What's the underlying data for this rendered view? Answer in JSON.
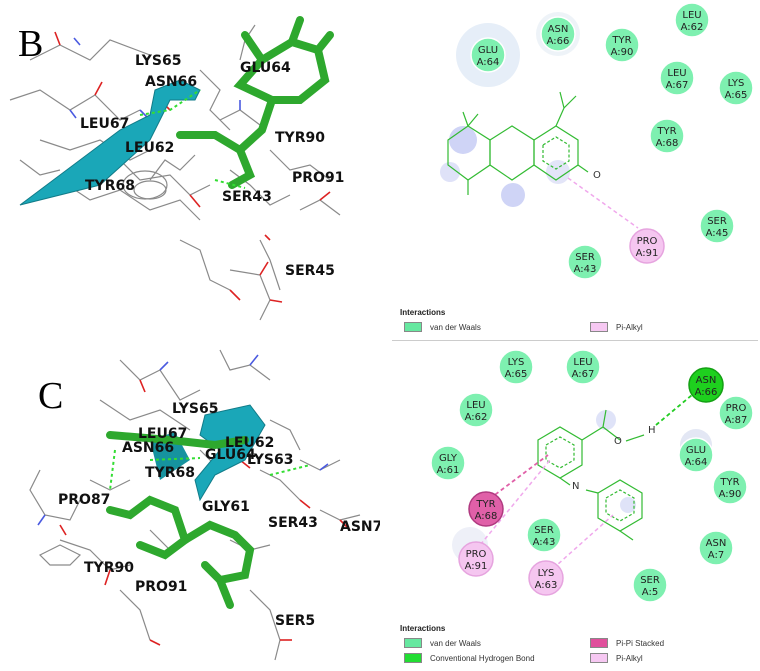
{
  "panels": {
    "B": {
      "letter": "B",
      "residues_3d": [
        "LYS65",
        "ASN66",
        "GLU64",
        "LEU67",
        "TYR90",
        "LEU62",
        "PRO91",
        "TYR68",
        "SER43",
        "SER45"
      ],
      "nodes": [
        {
          "id": "glu64",
          "l1": "GLU",
          "l2": "A:64",
          "type": "vdw"
        },
        {
          "id": "asn66",
          "l1": "ASN",
          "l2": "A:66",
          "type": "vdw"
        },
        {
          "id": "tyr90",
          "l1": "TYR",
          "l2": "A:90",
          "type": "vdw"
        },
        {
          "id": "leu62",
          "l1": "LEU",
          "l2": "A:62",
          "type": "vdw"
        },
        {
          "id": "leu67",
          "l1": "LEU",
          "l2": "A:67",
          "type": "vdw"
        },
        {
          "id": "lys65",
          "l1": "LYS",
          "l2": "A:65",
          "type": "vdw"
        },
        {
          "id": "tyr68",
          "l1": "TYR",
          "l2": "A:68",
          "type": "vdw"
        },
        {
          "id": "ser45",
          "l1": "SER",
          "l2": "A:45",
          "type": "vdw"
        },
        {
          "id": "ser43",
          "l1": "SER",
          "l2": "A:43",
          "type": "vdw"
        },
        {
          "id": "pro91",
          "l1": "PRO",
          "l2": "A:91",
          "type": "pialkyl"
        }
      ],
      "oxygen_label": "O",
      "legend": {
        "title": "Interactions",
        "items": [
          {
            "label": "van der Waals",
            "color": "#66e8a0"
          },
          {
            "label": "Pi-Alkyl",
            "color": "#f6c8f2"
          }
        ]
      }
    },
    "C": {
      "letter": "C",
      "residues_3d": [
        "LYS65",
        "LEU67",
        "ASN66",
        "LEU62",
        "GLU64",
        "LYS63",
        "TYR68",
        "GLY61",
        "PRO87",
        "SER43",
        "ASN7",
        "TYR90",
        "PRO91",
        "SER5"
      ],
      "nodes": [
        {
          "id": "lys65",
          "l1": "LYS",
          "l2": "A:65",
          "type": "vdw"
        },
        {
          "id": "leu67",
          "l1": "LEU",
          "l2": "A:67",
          "type": "vdw"
        },
        {
          "id": "asn66",
          "l1": "ASN",
          "l2": "A:66",
          "type": "hbond"
        },
        {
          "id": "leu62",
          "l1": "LEU",
          "l2": "A:62",
          "type": "vdw"
        },
        {
          "id": "pro87",
          "l1": "PRO",
          "l2": "A:87",
          "type": "vdw"
        },
        {
          "id": "gly61",
          "l1": "GLY",
          "l2": "A:61",
          "type": "vdw"
        },
        {
          "id": "glu64",
          "l1": "GLU",
          "l2": "A:64",
          "type": "vdw"
        },
        {
          "id": "tyr90",
          "l1": "TYR",
          "l2": "A:90",
          "type": "vdw"
        },
        {
          "id": "tyr68",
          "l1": "TYR",
          "l2": "A:68",
          "type": "pipi"
        },
        {
          "id": "ser43",
          "l1": "SER",
          "l2": "A:43",
          "type": "vdw"
        },
        {
          "id": "asn7",
          "l1": "ASN",
          "l2": "A:7",
          "type": "vdw"
        },
        {
          "id": "pro91",
          "l1": "PRO",
          "l2": "A:91",
          "type": "pialkyl"
        },
        {
          "id": "lys63",
          "l1": "LYS",
          "l2": "A:63",
          "type": "pialkyl"
        },
        {
          "id": "ser5",
          "l1": "SER",
          "l2": "A:5",
          "type": "vdw"
        }
      ],
      "oxygen_label": "O",
      "nitrogen_label": "N",
      "hydrogen_label": "H",
      "legend": {
        "title": "Interactions",
        "items": [
          {
            "label": "van der Waals",
            "color": "#66e8a0"
          },
          {
            "label": "Conventional Hydrogen Bond",
            "color": "#22dd33"
          },
          {
            "label": "Pi-Pi Stacked",
            "color": "#e0509c"
          },
          {
            "label": "Pi-Alkyl",
            "color": "#f6c8f2"
          }
        ]
      }
    }
  },
  "colors": {
    "vdw": "#7ef0b0",
    "hbond": "#1ed01e",
    "pipi": "#e060a8",
    "pialkyl": "#f5c6f0",
    "ligand_green": "#33bb33",
    "ribbon": "#1aa7b8",
    "stick_green": "#2ea82e"
  }
}
